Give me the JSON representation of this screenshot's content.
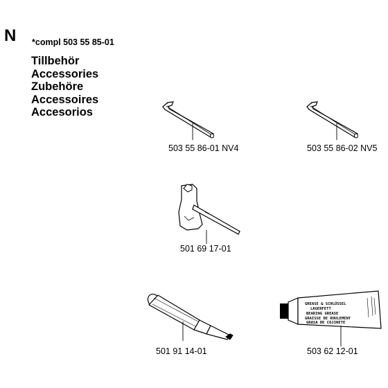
{
  "section": {
    "letter": "N",
    "compl": "*compl 503 55 85-01"
  },
  "titles": [
    "Tillbehör",
    "Accessories",
    "Zubehöre",
    "Accessoires",
    "Accesorios"
  ],
  "parts": [
    {
      "part_number": "503 55 86-01 NV4",
      "icon": "hex-key-icon"
    },
    {
      "part_number": "503 55 86-02 NV5",
      "icon": "hex-key-icon"
    },
    {
      "part_number": "501 69 17-01",
      "icon": "combination-spanner-icon"
    },
    {
      "part_number": "501 91 14-01",
      "icon": "grease-gun-icon"
    },
    {
      "part_number": "503 62 12-01",
      "icon": "grease-tube-icon"
    }
  ],
  "grease_tube_label": [
    "GREASE & SCHLÜSSEL",
    "LAGERFETT",
    "BEARING GREASE",
    "GRAISSE DE ROULEMENT",
    "GRASA DE COJINETE"
  ]
}
